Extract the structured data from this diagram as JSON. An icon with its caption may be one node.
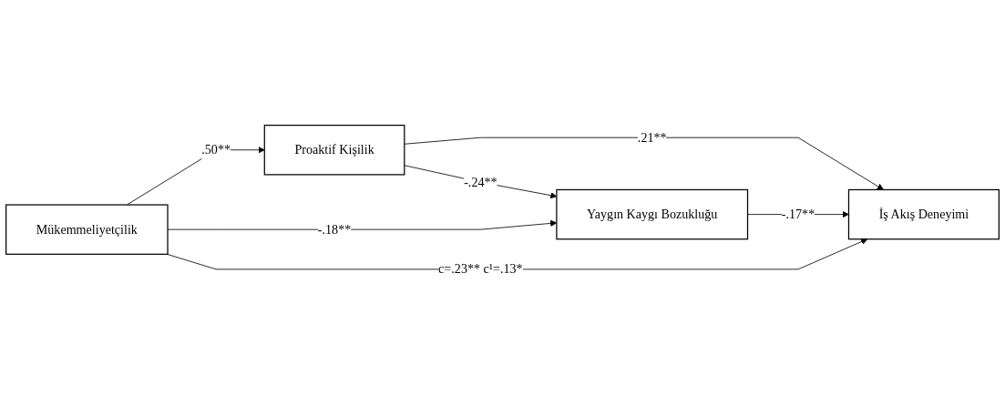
{
  "diagram": {
    "nodes": [
      {
        "text": [
          "Proaktif Kişilik"
        ]
      },
      {
        "text": [
          "Yaygın Kaygı Bozukluğu"
        ]
      },
      {
        "text": [
          "Mükemmeliyetçilik"
        ]
      },
      {
        "text": [
          "İş Akış Deneyimi"
        ]
      }
    ],
    "edges": [
      {
        "from": 2,
        "to": 0,
        "arrow": "to",
        "label": ".50**"
      },
      {
        "from": 0,
        "to": 1,
        "arrow": "to",
        "label": "-.24**"
      },
      {
        "from": 2,
        "to": 1,
        "arrow": "to",
        "label": "-.18**"
      },
      {
        "from": 0,
        "to": 3,
        "arrow": "to",
        "label": ".21**"
      },
      {
        "from": 1,
        "to": 3,
        "arrow": "to",
        "label": "-.17**"
      },
      {
        "from": 2,
        "to": 3,
        "arrow": "to",
        "label": "c=.23** c¹=.13*"
      }
    ]
  }
}
